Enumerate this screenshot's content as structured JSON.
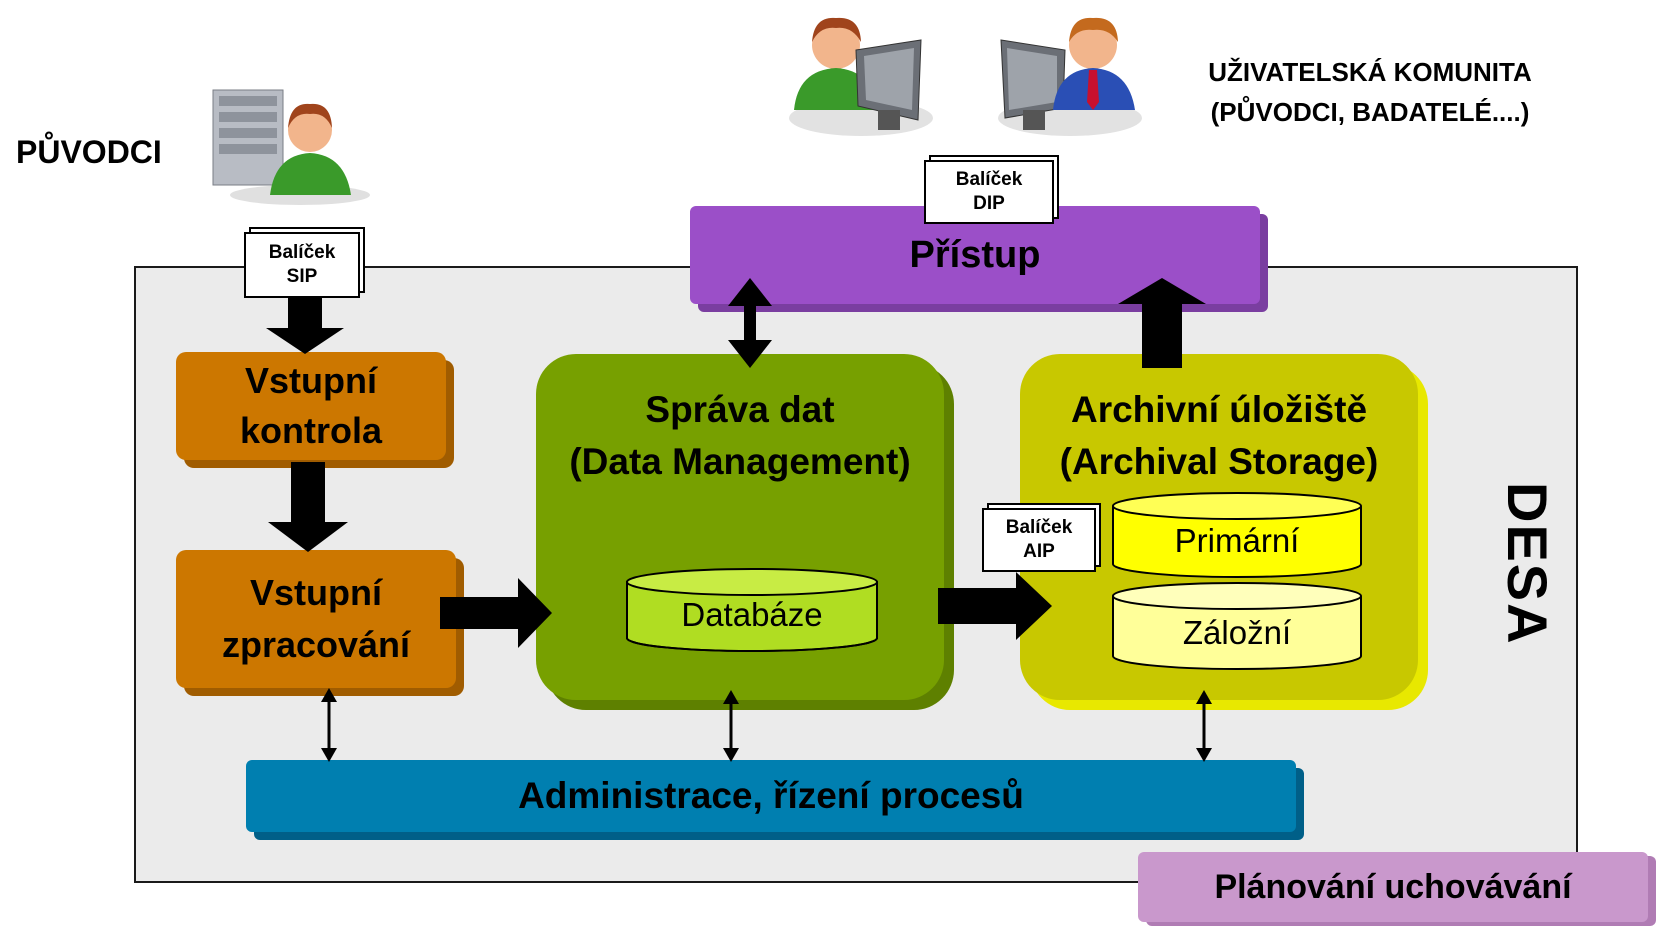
{
  "labels": {
    "originators": "PŮVODCI",
    "community_line1": "UŽIVATELSKÁ KOMUNITA",
    "community_line2": "(PŮVODCI, BADATELÉ....)",
    "desa": "DESA"
  },
  "packages": {
    "sip_line1": "Balíček",
    "sip_line2": "SIP",
    "dip_line1": "Balíček",
    "dip_line2": "DIP",
    "aip_line1": "Balíček",
    "aip_line2": "AIP"
  },
  "blocks": {
    "access": "Přístup",
    "ingest_check_line1": "Vstupní",
    "ingest_check_line2": "kontrola",
    "ingest_process_line1": "Vstupní",
    "ingest_process_line2": "zpracování",
    "data_mgmt_line1": "Správa dat",
    "data_mgmt_line2": "(Data Management)",
    "database": "Databáze",
    "storage_line1": "Archivní úložiště",
    "storage_line2": "(Archival Storage)",
    "primary": "Primární",
    "backup": "Záložní",
    "administration": "Administrace, řízení procesů",
    "preservation_planning": "Plánování uchovávání"
  },
  "colors": {
    "access": "#9b4fc8",
    "ingest": "#cc7700",
    "data_mgmt": "#77a000",
    "database": "#b0dd22",
    "storage": "#c8c800",
    "primary": "#ffff00",
    "backup": "#ffff99",
    "administration": "#007fb0",
    "preservation_planning": "#c998cc"
  }
}
